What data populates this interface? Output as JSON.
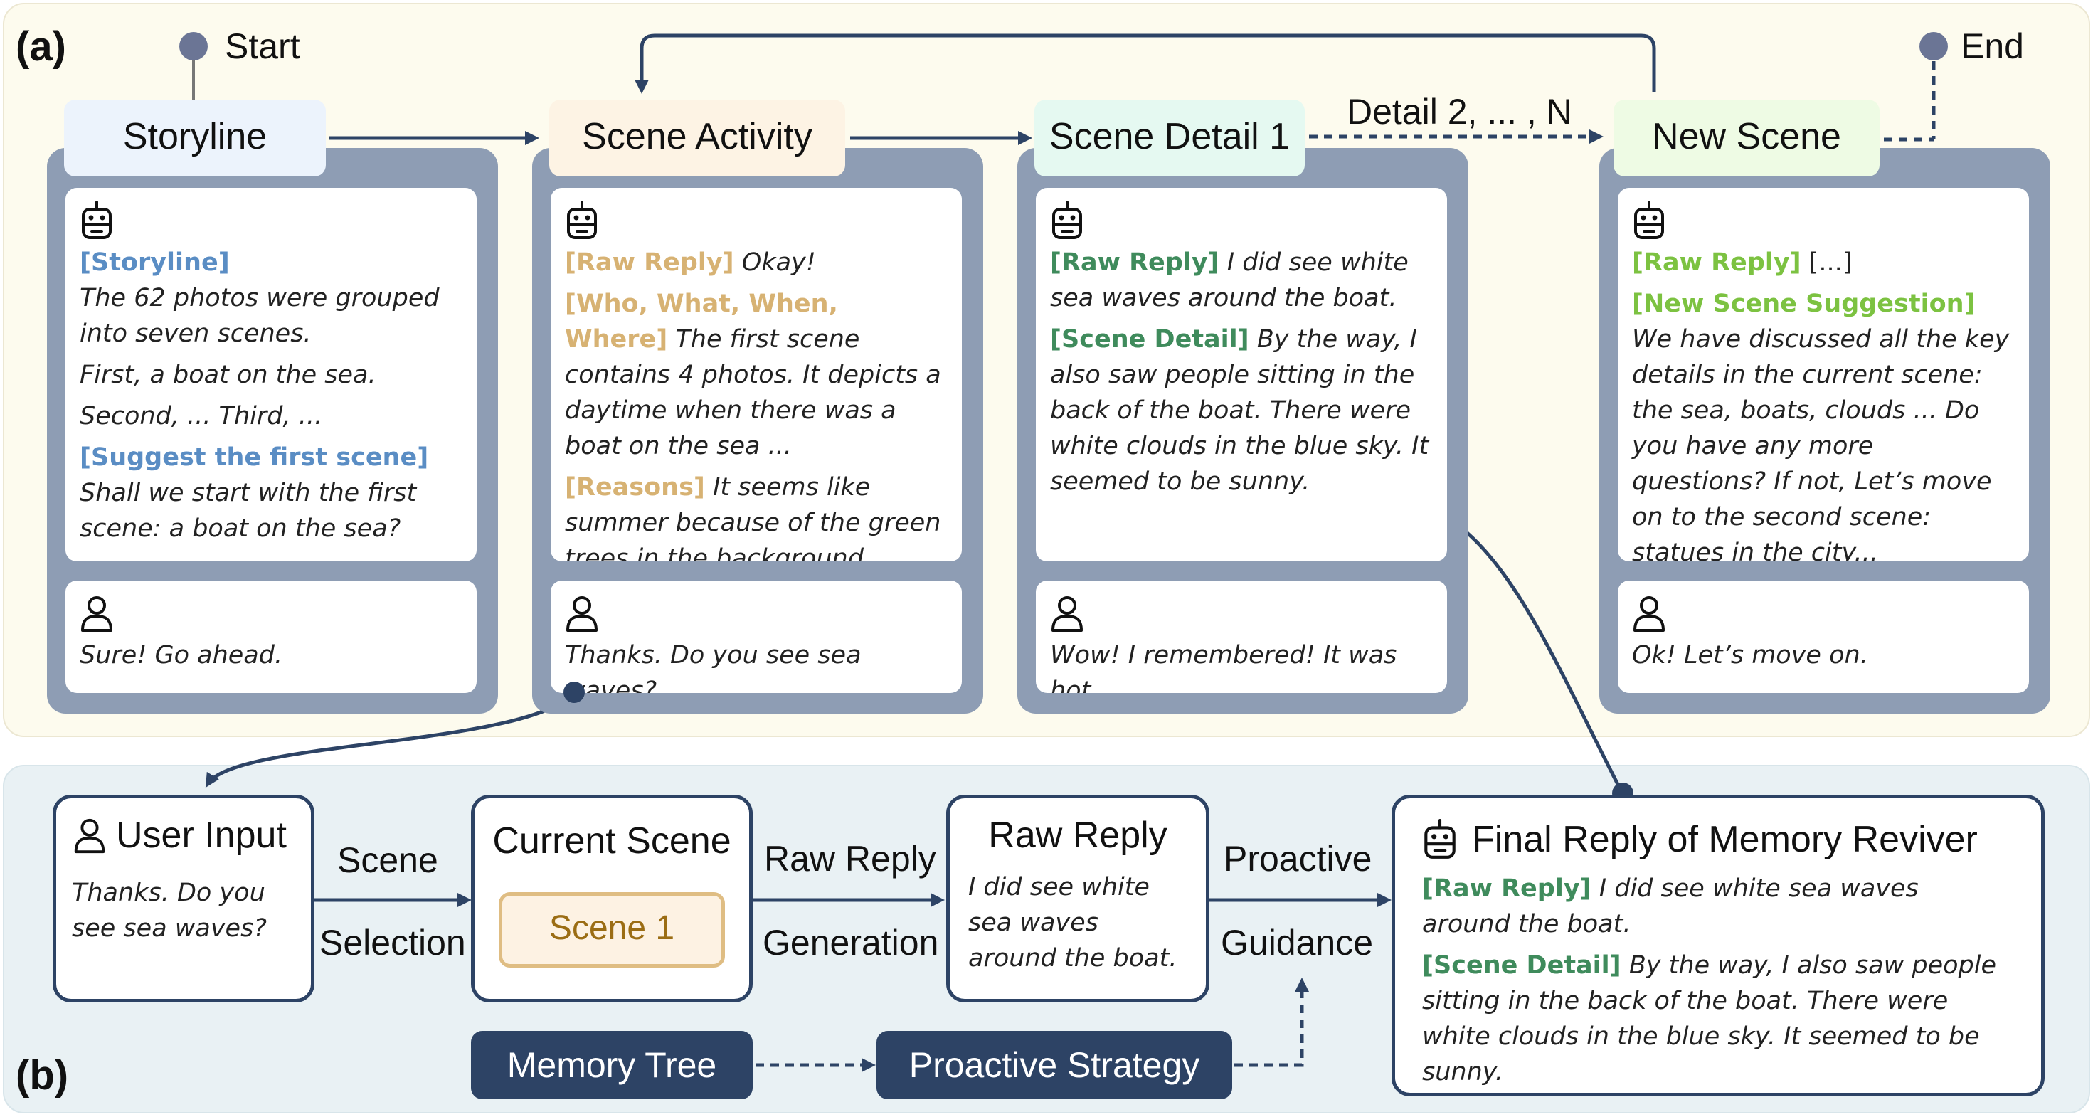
{
  "panel_labels": {
    "a": "(a)",
    "b": "(b)"
  },
  "flow": {
    "start": "Start",
    "end": "End",
    "detail_loop": "Detail 2, ... , N"
  },
  "stages": {
    "storyline": {
      "title": "Storyline",
      "bot": {
        "tag1": "[Storyline]",
        "text1": "The 62 photos were grouped into seven scenes.",
        "text2": "First, a boat on the sea.",
        "text3": "Second, ... Third, ...",
        "tag2": "[Suggest the first scene]",
        "text4": "Shall we start with the first scene: a boat on the sea?"
      },
      "user": "Sure! Go ahead."
    },
    "activity": {
      "title": "Scene Activity",
      "bot": {
        "tag1": "[Raw Reply]",
        "text1": "Okay!",
        "tag2": "[Who, What, When, Where]",
        "text2": "The first scene contains 4 photos. It depicts a daytime when there was a boat on the sea ...",
        "tag3": "[Reasons]",
        "text3": "It seems like summer because of the green trees in the background."
      },
      "user": "Thanks. Do you see sea waves?"
    },
    "detail": {
      "title": "Scene Detail 1",
      "bot": {
        "tag1": "[Raw Reply]",
        "text1": "I did see white sea waves around the boat.",
        "tag2": "[Scene Detail]",
        "text2": "By the way, I also saw people sitting in the back of the boat.  There were white clouds in the blue sky. It seemed to be sunny."
      },
      "user": "Wow! I remembered! It was hot..."
    },
    "newscene": {
      "title": "New Scene",
      "bot": {
        "tag1": "[Raw Reply]",
        "text1": "[...]",
        "tag2": "[New Scene Suggestion]",
        "text2": "We have discussed all the key details in the current scene: the sea, boats, clouds ... Do you have any more questions? If not, Let’s move on to the second scene: statues in the city..."
      },
      "user": "Ok! Let’s move on."
    }
  },
  "pipeline": {
    "user_input": {
      "title": "User Input",
      "text": "Thanks. Do you see sea waves?"
    },
    "scene_selection": {
      "line1": "Scene",
      "line2": "Selection"
    },
    "current_scene": {
      "title": "Current Scene",
      "chip": "Scene 1"
    },
    "raw_reply_generation": {
      "line1": "Raw Reply",
      "line2": "Generation"
    },
    "raw_reply": {
      "title": "Raw Reply",
      "text": "I did see white sea waves around the boat."
    },
    "proactive_guidance": {
      "line1": "Proactive",
      "line2": "Guidance"
    },
    "final_reply": {
      "title": "Final Reply of Memory Reviver",
      "tag1": "[Raw Reply]",
      "text1": "I did see white sea waves around the boat.",
      "tag2": "[Scene Detail]",
      "text2": "By the way, I also saw people sitting in the back of the boat.  There were white clouds in the blue sky. It seemed to be sunny."
    },
    "memory_tree": "Memory Tree",
    "proactive_strategy": "Proactive Strategy"
  },
  "colors": {
    "navy": "#2d4365",
    "column": "#8e9db4",
    "storyline_tag": "#5a8dc4",
    "activity_tag": "#d7b273",
    "detail_tag": "#3f8b5c",
    "newscene_tag": "#7cc241"
  },
  "icons": {
    "bot": "robot-icon",
    "user": "user-icon"
  }
}
